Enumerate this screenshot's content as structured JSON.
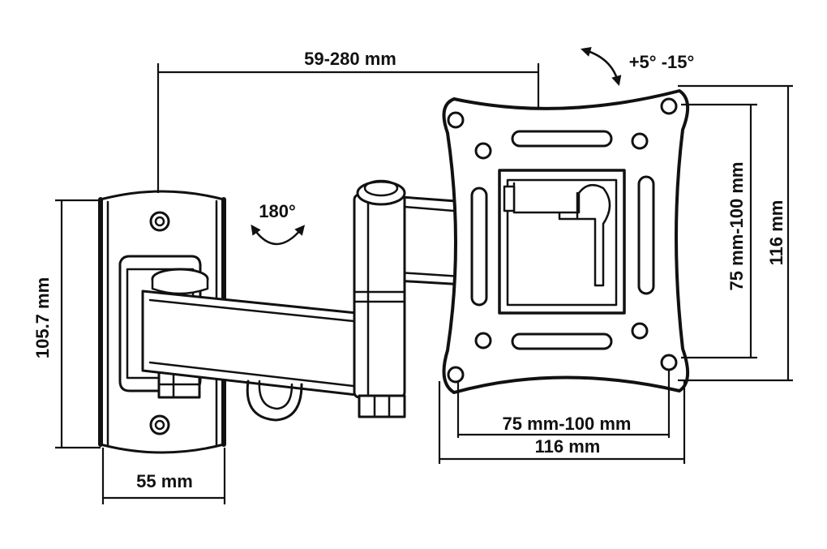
{
  "diagram": {
    "dimensions": {
      "arm_extension": "59-280 mm",
      "tilt": "+5° -15°",
      "swivel": "180°",
      "wall_plate_height": "105.7 mm",
      "wall_plate_width": "55 mm",
      "vesa_horizontal": "75 mm-100 mm",
      "plate_width": "116 mm",
      "vesa_vertical": "75 mm-100 mm",
      "plate_height": "116 mm"
    },
    "colors": {
      "line": "#111111",
      "background": "#ffffff"
    },
    "icons": [
      "tilt-arrow-icon",
      "swivel-arrow-icon"
    ]
  }
}
